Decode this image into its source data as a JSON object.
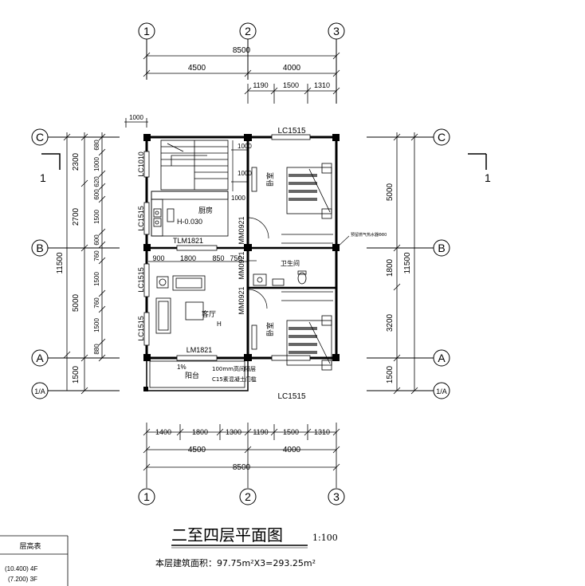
{
  "axes": {
    "numbers": [
      "1",
      "2",
      "3"
    ],
    "letters": [
      "C",
      "B",
      "A",
      "1/A"
    ]
  },
  "dims_top": {
    "total": "8500",
    "spans": [
      "4500",
      "4000"
    ],
    "sub": [
      "1190",
      "1500",
      "1310"
    ],
    "stair_offset": "1000"
  },
  "dims_bottom": {
    "segments": [
      "1400",
      "1800",
      "1300",
      "1190",
      "1500",
      "1310"
    ],
    "spans": [
      "4500",
      "4000"
    ],
    "total": "8500"
  },
  "dims_left": {
    "outer": [
      "2300",
      "2700",
      "5000",
      "1500"
    ],
    "outer_total": "11500",
    "inner": [
      "680",
      "1000",
      "620",
      "600",
      "1500",
      "600",
      "760",
      "1500",
      "760",
      "1500",
      "880"
    ]
  },
  "dims_right": {
    "segments": [
      "5000",
      "1800",
      "3200",
      "1500"
    ],
    "total": "11500"
  },
  "section_marks": [
    "1",
    "1"
  ],
  "rooms": {
    "kitchen": "厨房",
    "kitchen_level": "H-0.030",
    "living": "客厅",
    "living_h": "H",
    "bedroom1": "卧室",
    "bedroom2": "卧室",
    "bathroom": "卫生间",
    "balcony": "阳台",
    "balcony_slope": "1%"
  },
  "openings": {
    "lc1515_top": "LC1515",
    "lc1515_bottom": "LC1515",
    "lc1010": "LC1010",
    "lc1515_k": "LC1515",
    "lc1515_l1": "LC1515",
    "lc1515_l2": "LC1515",
    "tlm1821": "TLM1821",
    "lm1821": "LM1821",
    "mm0921_a": "MM0921",
    "mm0921_b": "MM0921",
    "mm0921_c": "MM0921"
  },
  "inner_dims": {
    "kitchen_row": [
      "900",
      "1800",
      "850",
      "750"
    ],
    "stair_a": "1000",
    "stair_b": "1000",
    "stair_c": "1000"
  },
  "notes": {
    "balcony_note1": "100mm高间隔层",
    "balcony_note2": "C15素混凝土门槛",
    "vent_note": "预留燃气热水器Φ80"
  },
  "title": {
    "main": "二至四层平面图",
    "scale": "1:100",
    "area": "本层建筑面积：97.75m²X3=293.25m²"
  },
  "floor_table": {
    "header": "层高表",
    "rows": [
      "(10.400) 4F",
      "(7.200) 3F"
    ]
  }
}
